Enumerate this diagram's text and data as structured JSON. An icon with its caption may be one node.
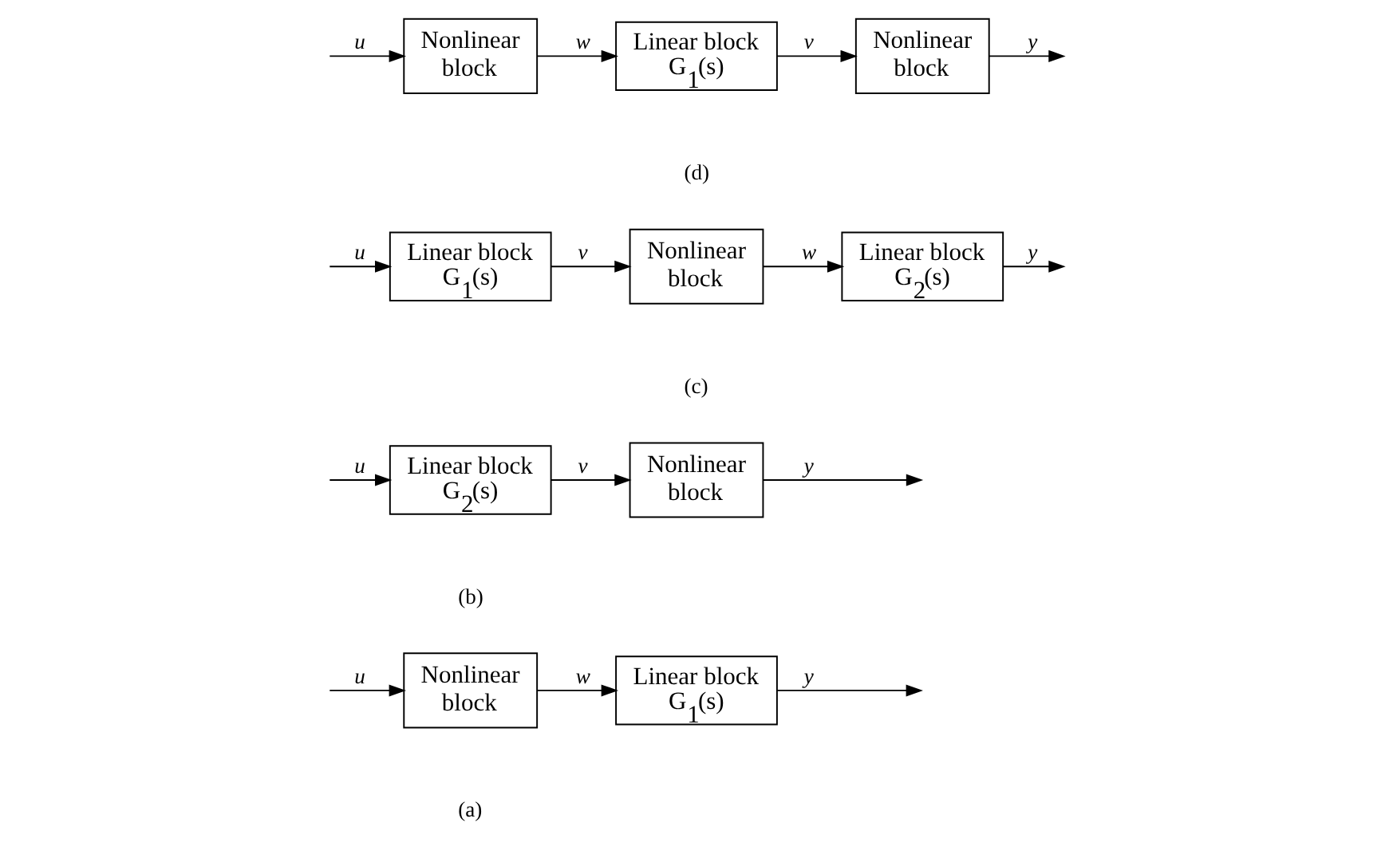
{
  "diagram": {
    "nodes": [
      {
        "text": [
          "Nonlinear block"
        ]
      },
      {
        "text": [
          "Linear block G$_{1}$(s)"
        ]
      },
      {
        "text": [
          "Linear block G$_{2}$(s)"
        ]
      },
      {
        "text": [
          "Nonlinear block"
        ]
      },
      {
        "text": [
          "Linear block G$_{1}$(s)"
        ]
      },
      {
        "text": [
          "Nonlinear block"
        ]
      },
      {
        "text": [
          "Linear block G$_{2}$(s)"
        ]
      },
      {
        "text": [
          "Nonlinear block"
        ]
      },
      {
        "text": [
          "Linear block G$_{1}$(s)"
        ]
      },
      {
        "text": [
          "Nonlinear block"
        ]
      }
    ],
    "edges": [
      {
        "from": null,
        "to": 0,
        "arrow": "to",
        "label": "u"
      },
      {
        "from": 0,
        "to": 1,
        "arrow": "to",
        "label": "w"
      },
      {
        "from": 1,
        "to": null,
        "arrow": "to",
        "label": "y"
      },
      {
        "from": null,
        "to": 2,
        "arrow": "to",
        "label": "u"
      },
      {
        "from": 2,
        "to": 3,
        "arrow": "to",
        "label": "v"
      },
      {
        "from": 3,
        "to": null,
        "arrow": "to",
        "label": "y"
      },
      {
        "from": null,
        "to": 4,
        "arrow": "to",
        "label": "u"
      },
      {
        "from": 4,
        "to": 5,
        "arrow": "to",
        "label": "v"
      },
      {
        "from": 5,
        "to": 6,
        "arrow": "to",
        "label": "w"
      },
      {
        "from": 6,
        "to": null,
        "arrow": "to",
        "label": "y"
      },
      {
        "from": null,
        "to": 7,
        "arrow": "to",
        "label": "u"
      },
      {
        "from": 7,
        "to": 8,
        "arrow": "to",
        "label": "w"
      },
      {
        "from": 8,
        "to": 9,
        "arrow": "to",
        "label": "v"
      },
      {
        "from": 9,
        "to": null,
        "arrow": "to",
        "label": "y"
      }
    ],
    "labels": [
      "(a)",
      "(b)",
      "(c)",
      "(d)"
    ]
  }
}
